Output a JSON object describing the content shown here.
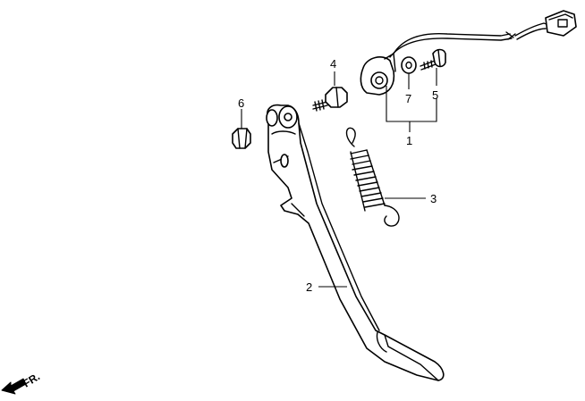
{
  "callouts": {
    "p1": "1",
    "p2": "2",
    "p3": "3",
    "p4": "4",
    "p5": "5",
    "p6": "6",
    "p7": "7"
  },
  "direction_label": "FR.",
  "colors": {
    "line": "#000000",
    "background": "#ffffff"
  },
  "icons": {
    "direction": "front-direction-arrow-icon",
    "switch_connector": "wire-connector-icon"
  }
}
